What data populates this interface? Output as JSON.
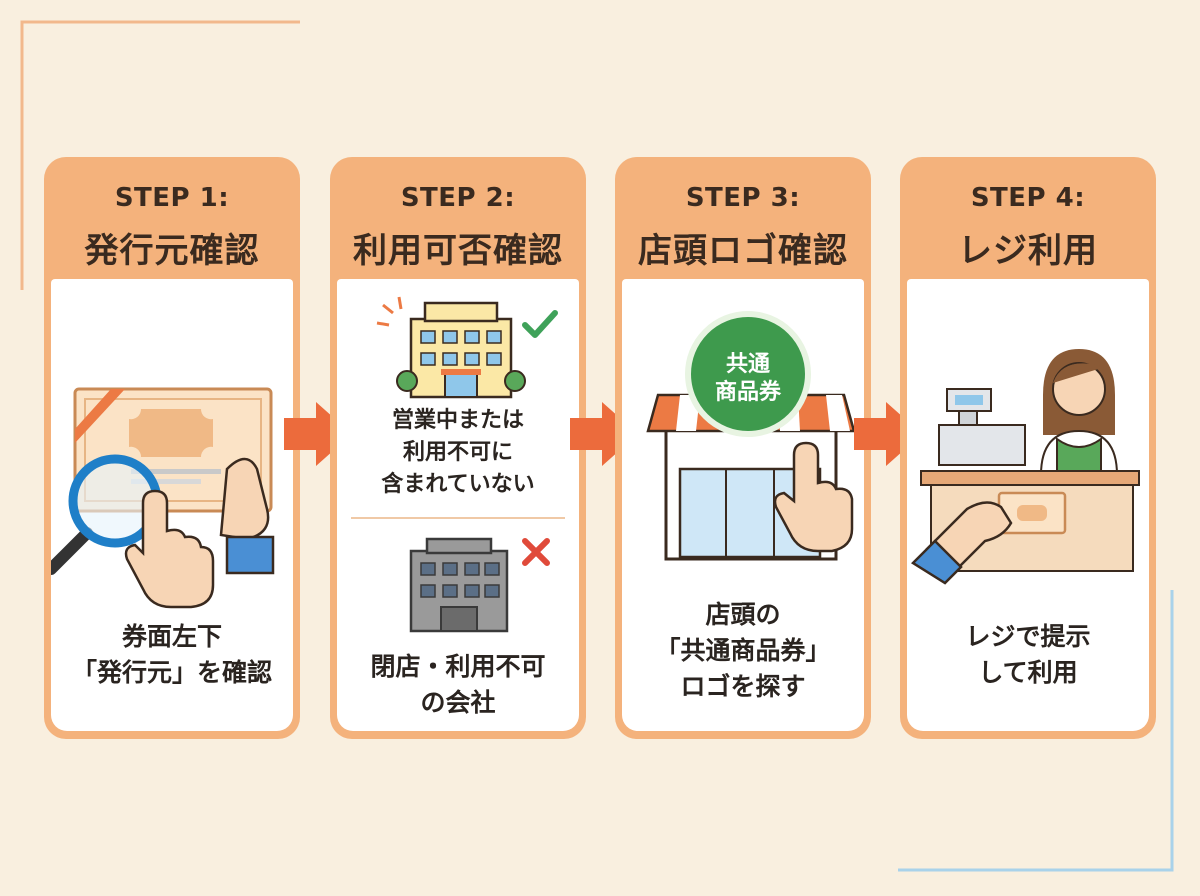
{
  "steps": [
    {
      "label": "STEP 1:",
      "title": "発行元確認",
      "caption": [
        "券面左下",
        "「発行元」を確認"
      ]
    },
    {
      "label": "STEP 2:",
      "title": "利用可否確認",
      "caption_ok": [
        "営業中または",
        "利用不可に",
        "含まれていない"
      ],
      "caption_ng": [
        "閉店・利用不可",
        "の会社"
      ]
    },
    {
      "label": "STEP 3:",
      "title": "店頭ロゴ確認",
      "logo_badge": [
        "共通",
        "商品券"
      ],
      "caption": [
        "店頭の",
        "「共通商品券」",
        "ロゴを探す"
      ]
    },
    {
      "label": "STEP 4:",
      "title": "レジ利用",
      "caption": [
        "レジで提示",
        "して利用"
      ]
    }
  ],
  "colors": {
    "background": "#f9efdf",
    "card_header": "#f4b27c",
    "arrow": "#ec6b3c",
    "check": "#3fa25a",
    "cross": "#e04a3a",
    "badge": "#3e9a4d"
  },
  "icons": [
    "magnifier-icon",
    "ticket-icon",
    "pointing-hand-icon",
    "building-icon",
    "check-icon",
    "cross-icon",
    "storefront-icon",
    "cash-register-icon",
    "cashier-icon"
  ]
}
